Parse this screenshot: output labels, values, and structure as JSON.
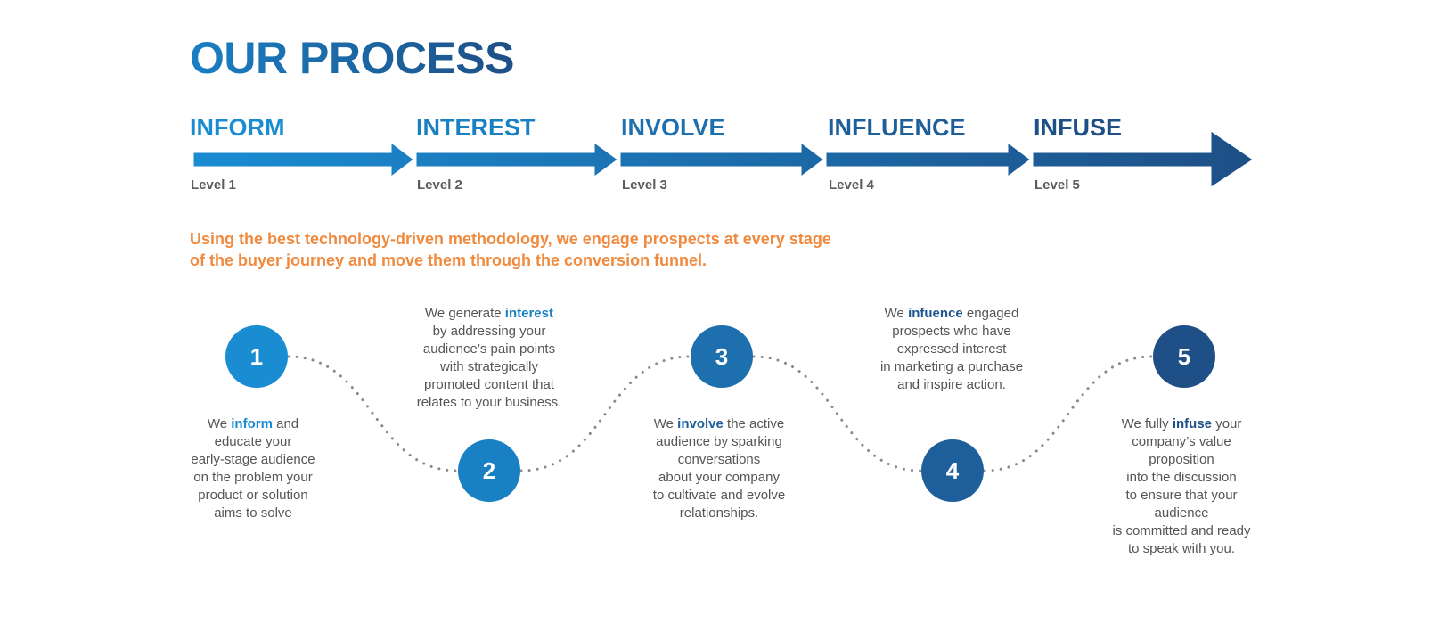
{
  "title": "OUR PROCESS",
  "stages": [
    {
      "name": "INFORM",
      "level": "Level 1",
      "color": "#1a8cd2"
    },
    {
      "name": "INTEREST",
      "level": "Level 2",
      "color": "#1a80c4"
    },
    {
      "name": "INVOLVE",
      "level": "Level 3",
      "color": "#1e6fad"
    },
    {
      "name": "INFLUENCE",
      "level": "Level 4",
      "color": "#1e5f9b"
    },
    {
      "name": "INFUSE",
      "level": "Level 5",
      "color": "#1e4f86"
    }
  ],
  "tagline": {
    "line1": "Using the best technology-driven methodology, we engage prospects at every stage",
    "line2": "of the buyer journey and move them through the conversion funnel."
  },
  "colors": {
    "accent_orange": "#f08a3e",
    "blue_light": "#1a8cd2",
    "blue_dark": "#1e4f86",
    "body_text": "#555555",
    "dotted_line": "#8a8a8a"
  },
  "steps": [
    {
      "number": "1",
      "color": "#1a8cd2",
      "keyword_color": "#1a8cd2",
      "lines": [
        {
          "pre": "We ",
          "kw": "inform",
          "post": " and"
        },
        {
          "pre": "educate your",
          "kw": "",
          "post": ""
        },
        {
          "pre": "early-stage audience",
          "kw": "",
          "post": ""
        },
        {
          "pre": "on the problem your",
          "kw": "",
          "post": ""
        },
        {
          "pre": "product or solution",
          "kw": "",
          "post": ""
        },
        {
          "pre": "aims to solve",
          "kw": "",
          "post": ""
        }
      ]
    },
    {
      "number": "2",
      "color": "#1a80c4",
      "keyword_color": "#1a7fc3",
      "lines": [
        {
          "pre": "We generate ",
          "kw": "interest",
          "post": ""
        },
        {
          "pre": "by addressing your",
          "kw": "",
          "post": ""
        },
        {
          "pre": "audience’s pain points",
          "kw": "",
          "post": ""
        },
        {
          "pre": "with strategically",
          "kw": "",
          "post": ""
        },
        {
          "pre": "promoted content that",
          "kw": "",
          "post": ""
        },
        {
          "pre": "relates to your business.",
          "kw": "",
          "post": ""
        }
      ]
    },
    {
      "number": "3",
      "color": "#1e6fad",
      "keyword_color": "#1e5f9b",
      "lines": [
        {
          "pre": "We ",
          "kw": "involve",
          "post": " the active"
        },
        {
          "pre": "audience by sparking",
          "kw": "",
          "post": ""
        },
        {
          "pre": "conversations",
          "kw": "",
          "post": ""
        },
        {
          "pre": "about your company",
          "kw": "",
          "post": ""
        },
        {
          "pre": "to cultivate and evolve",
          "kw": "",
          "post": ""
        },
        {
          "pre": "relationships.",
          "kw": "",
          "post": ""
        }
      ]
    },
    {
      "number": "4",
      "color": "#1e5f9b",
      "keyword_color": "#1e5690",
      "lines": [
        {
          "pre": "We ",
          "kw": "infuence",
          "post": " engaged"
        },
        {
          "pre": "prospects who have",
          "kw": "",
          "post": ""
        },
        {
          "pre": "expressed interest",
          "kw": "",
          "post": ""
        },
        {
          "pre": "in marketing a purchase",
          "kw": "",
          "post": ""
        },
        {
          "pre": "and inspire action.",
          "kw": "",
          "post": ""
        }
      ]
    },
    {
      "number": "5",
      "color": "#1e4f86",
      "keyword_color": "#1e4f86",
      "lines": [
        {
          "pre": "We fully ",
          "kw": "infuse",
          "post": " your"
        },
        {
          "pre": "company’s value",
          "kw": "",
          "post": ""
        },
        {
          "pre": "proposition",
          "kw": "",
          "post": ""
        },
        {
          "pre": "into the discussion",
          "kw": "",
          "post": ""
        },
        {
          "pre": "to ensure that your",
          "kw": "",
          "post": ""
        },
        {
          "pre": "audience",
          "kw": "",
          "post": ""
        },
        {
          "pre": "is committed and ready",
          "kw": "",
          "post": ""
        },
        {
          "pre": "to speak with you.",
          "kw": "",
          "post": ""
        }
      ]
    }
  ]
}
